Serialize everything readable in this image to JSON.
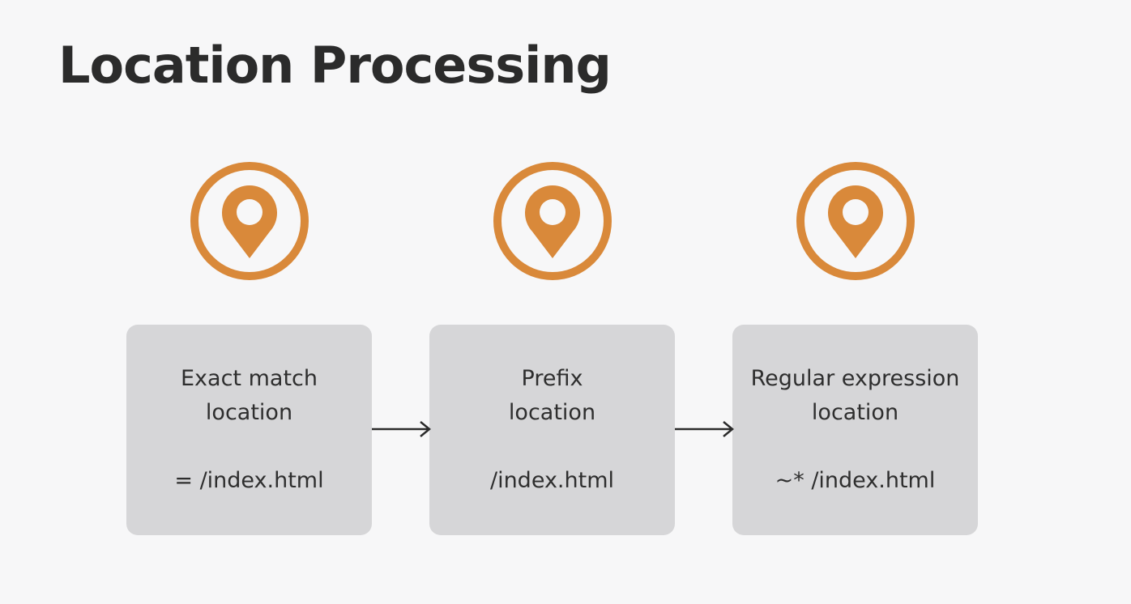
{
  "slide": {
    "title": "Location Processing",
    "accent_color": "#d9893a",
    "icon": "map-pin-icon"
  },
  "stages": [
    {
      "line1": "Exact match",
      "line2": "location",
      "example": "= /index.html"
    },
    {
      "line1": "Prefix",
      "line2": "location",
      "example": "/index.html"
    },
    {
      "line1": "Regular expression",
      "line2": "location",
      "example": "~* /index.html"
    }
  ]
}
